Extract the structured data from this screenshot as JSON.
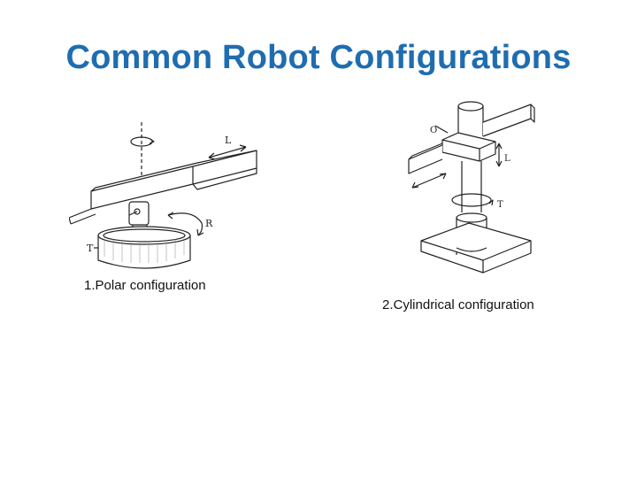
{
  "slide": {
    "title": "Common Robot Configurations"
  },
  "figures": {
    "polar": {
      "caption": "1.Polar configuration",
      "labels": {
        "linear": "L",
        "rotation": "R",
        "twist": "T"
      }
    },
    "cylindrical": {
      "caption": "2.Cylindrical configuration",
      "labels": {
        "origin": "O",
        "linear": "L",
        "twist": "T"
      }
    }
  },
  "colors": {
    "title": "#1f6db0",
    "line": "#222222"
  }
}
